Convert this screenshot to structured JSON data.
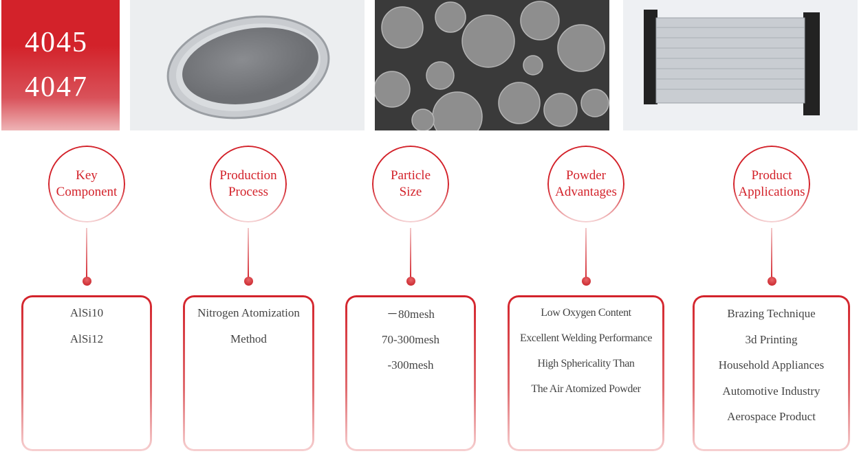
{
  "header": {
    "grades": [
      "4045",
      "4047"
    ]
  },
  "images": [
    {
      "name": "powder-in-pan-photo"
    },
    {
      "name": "sem-particle-photo"
    },
    {
      "name": "radiator-photo"
    }
  ],
  "colors": {
    "accent": "#d3222a",
    "text": "#444444"
  },
  "columns": [
    {
      "title": [
        "Key",
        "Component"
      ],
      "items": [
        "AlSi10",
        "AlSi12"
      ]
    },
    {
      "title": [
        "Production",
        "Process"
      ],
      "items": [
        "Nitrogen Atomization",
        "Method"
      ]
    },
    {
      "title": [
        "Particle",
        "Size"
      ],
      "items": [
        "－80mesh",
        "70-300mesh",
        "-300mesh"
      ]
    },
    {
      "title": [
        "Powder",
        "Advantages"
      ],
      "items": [
        "Low Oxygen Content",
        "Excellent Welding Performance",
        "High Sphericality Than",
        "The Air Atomized Powder"
      ]
    },
    {
      "title": [
        "Product",
        "Applications"
      ],
      "items": [
        "Brazing Technique",
        "3d Printing",
        "Household Appliances",
        "Automotive Industry",
        "Aerospace Product"
      ]
    }
  ]
}
